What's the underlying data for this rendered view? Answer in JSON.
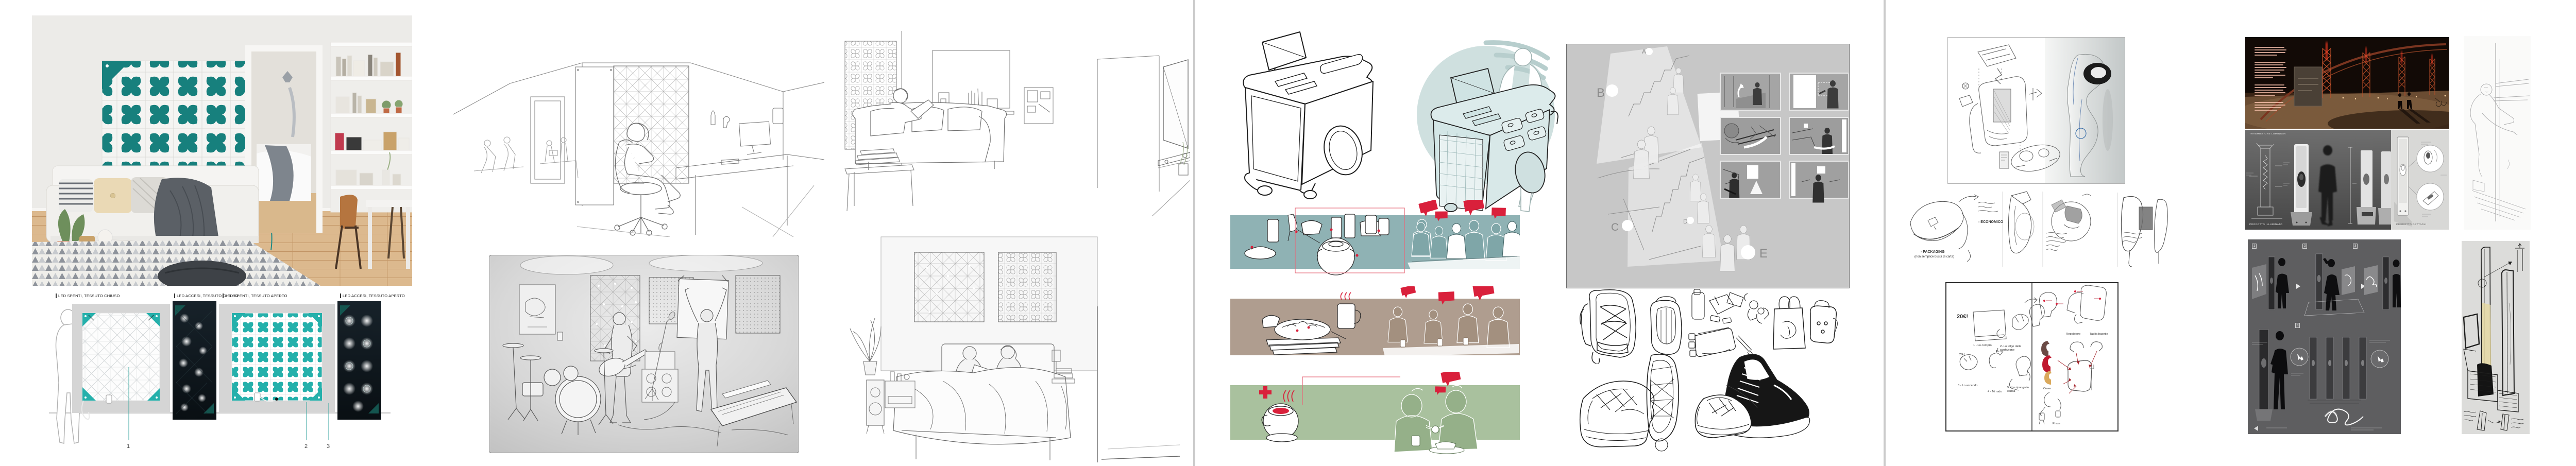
{
  "left_project": {
    "board_labels": [
      "LED SPENTI, TESSUTO CHIUSO",
      "LED ACCESI, TESSUTO CHIUSO",
      "LED SPENTI, TESSUTO APERTO",
      "LED ACCESI, TESSUTO APERTO"
    ],
    "board_numbers": [
      "1",
      "2",
      "3"
    ]
  },
  "middle_project": {
    "stair_letters": [
      "A",
      "B",
      "C",
      "D",
      "E"
    ]
  },
  "right_project": {
    "sketch_notes": {
      "packaging": "- PACKAGING",
      "packaging_sub": "(non semplice busta di carta)",
      "economico": "- ECONOMICO"
    },
    "booklet": {
      "price": "20€!",
      "steps": [
        "1 - Lo compro",
        "2- Lo tolgo dalla confezione",
        "3 - Lo accendo",
        "4 - Mi rado",
        "5 - Lo ripongo in carica"
      ],
      "sfx": [
        "Clik!",
        "Bzzz!"
      ],
      "parts": [
        "Regolatore",
        "Taglia basette",
        "Cover",
        "Prese"
      ]
    },
    "kiosk": {
      "top_label": "TRASMISSIONE LUMINOSA",
      "bottom_label": "PRODOTTO ILLUMINATO",
      "details_label": "PRODOTTO DETTAGLI"
    },
    "storyboard_steps": [
      "1",
      "2",
      "3",
      "4"
    ]
  },
  "colors": {
    "teal_panel": "#17807d",
    "teal_bright": "#25b0ab",
    "strip_teal": "#8fb2b4",
    "strip_brown": "#af9d8f",
    "strip_green": "#a9c19e",
    "accent_red": "#d9203b"
  }
}
